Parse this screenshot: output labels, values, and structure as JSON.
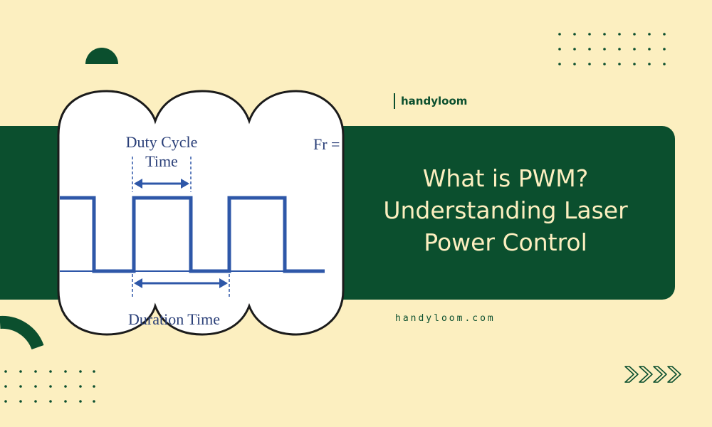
{
  "brand": {
    "name": "handyloom",
    "website": "handyloom.com"
  },
  "headline": {
    "line1": "What is PWM?",
    "line2": "Understanding Laser",
    "line3": "Power Control"
  },
  "diagram": {
    "duty_cycle_label_1": "Duty Cycle",
    "duty_cycle_label_2": "Time",
    "duration_label": "Duration Time",
    "formula_label": "Fr ="
  },
  "colors": {
    "background": "#fcefc0",
    "band": "#0b4f2e",
    "waveform": "#2e57a8",
    "title_text": "#fcefc0"
  },
  "icons": [
    "half-circle-icon",
    "ring-arc-icon",
    "dot-grid-icon",
    "chevron-right-icon"
  ]
}
